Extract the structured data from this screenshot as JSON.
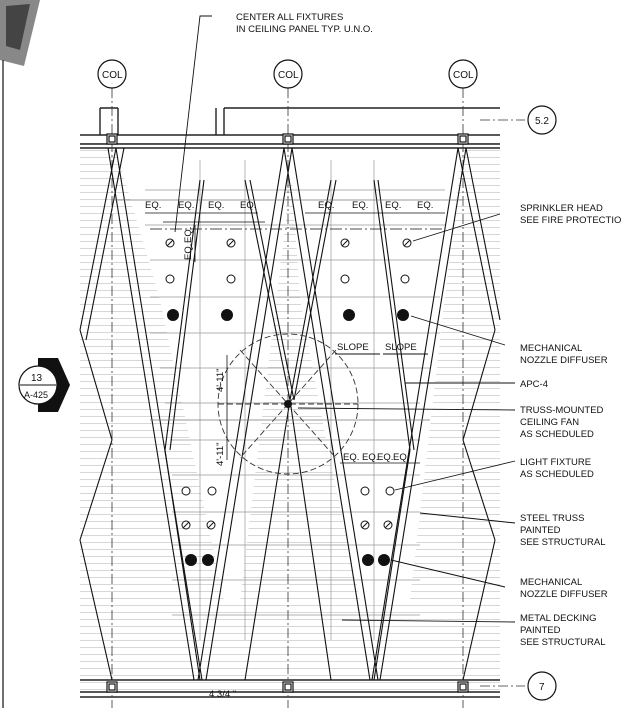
{
  "notes": {
    "top_line1": "CENTER ALL FIXTURES",
    "top_line2": "IN CEILING PANEL TYP. U.N.O."
  },
  "columns": {
    "left": "COL",
    "mid": "COL",
    "right": "COL"
  },
  "grid": {
    "top": "5.2",
    "bottom": "7"
  },
  "section_tag": {
    "num": "13",
    "sheet": "A-425"
  },
  "callouts": [
    [
      "SPRINKLER HEAD",
      "SEE FIRE PROTECTIO"
    ],
    [
      "MECHANICAL",
      "NOZZLE DIFFUSER"
    ],
    [
      "APC-4"
    ],
    [
      "TRUSS-MOUNTED",
      "CEILING FAN",
      "AS SCHEDULED"
    ],
    [
      "LIGHT FIXTURE",
      "AS SCHEDULED"
    ],
    [
      "STEEL TRUSS",
      "PAINTED",
      "SEE STRUCTURAL"
    ],
    [
      "MECHANICAL",
      "NOZZLE DIFFUSER"
    ],
    [
      "METAL DECKING",
      "PAINTED",
      "SEE STRUCTURAL"
    ]
  ],
  "dims": {
    "eq": "EQ.",
    "eq_left": [
      "EQ.",
      "EQ.",
      "EQ.",
      "EQ."
    ],
    "eq_right": [
      "EQ.",
      "EQ.",
      "EQ.",
      "EQ."
    ],
    "eq_vert": [
      "EQ.",
      "EQ."
    ],
    "eq_lower": [
      "EQ.",
      "EQ.",
      "EQ.",
      "EQ."
    ],
    "d1": "4'-11\"",
    "d2": "4'-11\"",
    "d3": "4 3/4 \""
  },
  "slope": [
    "SLOPE",
    "SLOPE"
  ]
}
